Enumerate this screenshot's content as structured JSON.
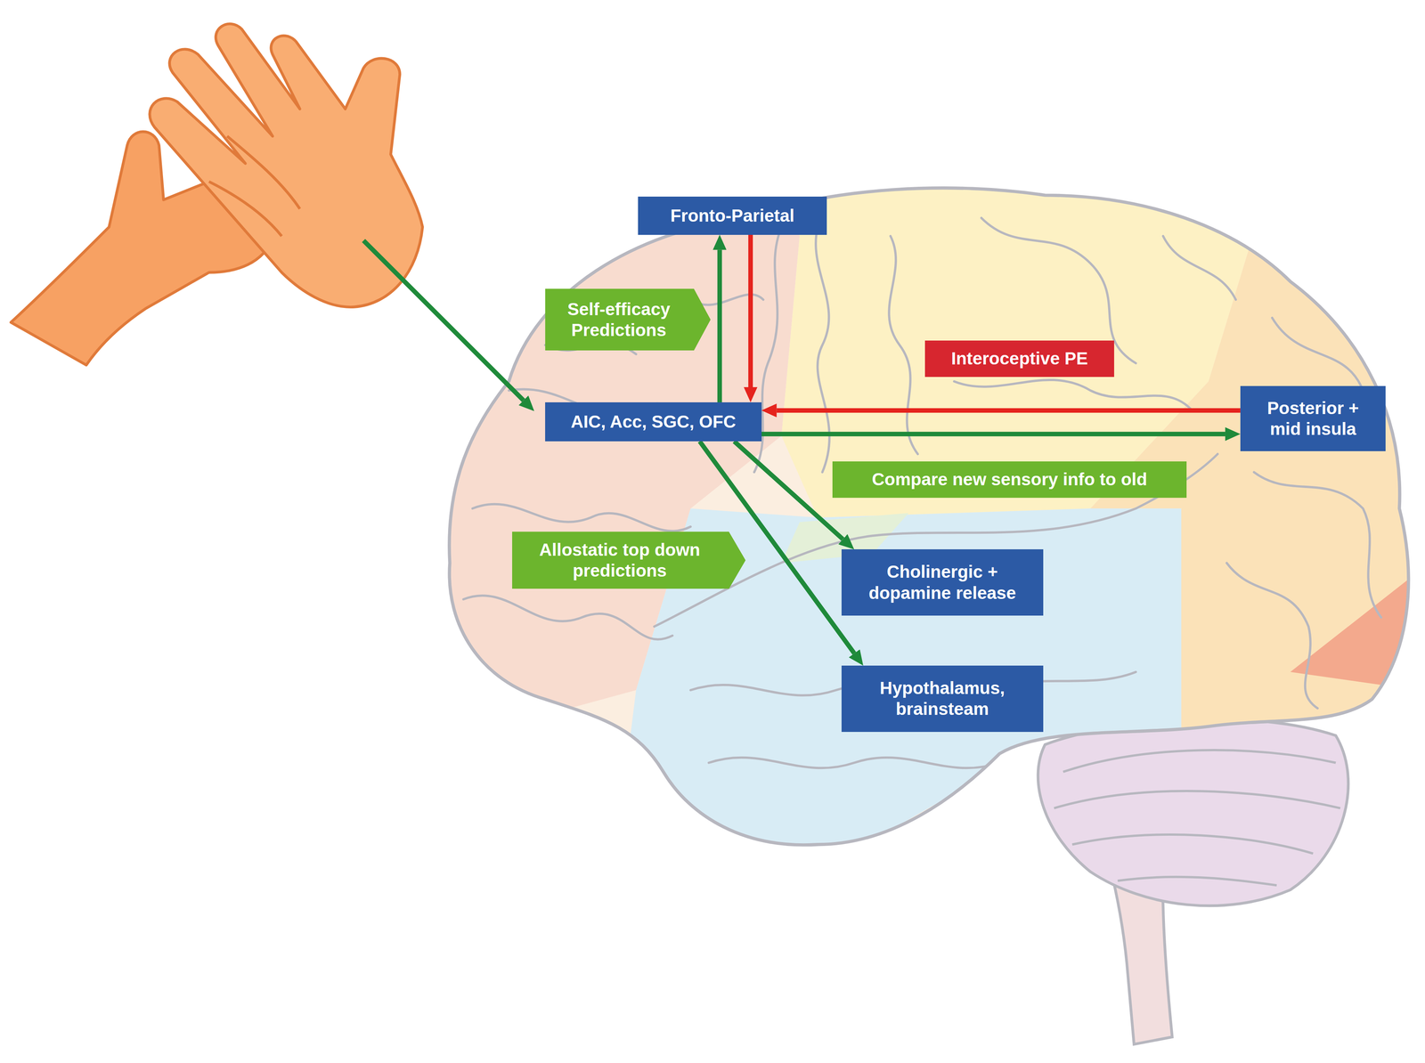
{
  "diagram": {
    "nodes": [
      {
        "text": [
          "Fronto-Parietal"
        ]
      },
      {
        "text": [
          "AIC, Acc, SGC, OFC"
        ]
      },
      {
        "text": [
          "Posterior + mid insula"
        ]
      },
      {
        "text": [
          "Cholinergic + dopamine release"
        ]
      },
      {
        "text": [
          "Hypothalamus, brainsteam"
        ]
      }
    ],
    "edges": [
      {
        "from": 1,
        "to": 0,
        "arrow": "to",
        "label": "Self-efficacy Predictions"
      },
      {
        "from": 0,
        "to": 1,
        "arrow": "to"
      },
      {
        "from": 2,
        "to": 1,
        "arrow": "to",
        "label": "Interoceptive PE"
      },
      {
        "from": 1,
        "to": 2,
        "arrow": "to",
        "label": "Compare new sensory info to old"
      },
      {
        "from": 1,
        "to": 3,
        "arrow": "to"
      },
      {
        "from": 1,
        "to": 4,
        "arrow": "to",
        "label": "Allostatic top down predictions"
      }
    ]
  }
}
